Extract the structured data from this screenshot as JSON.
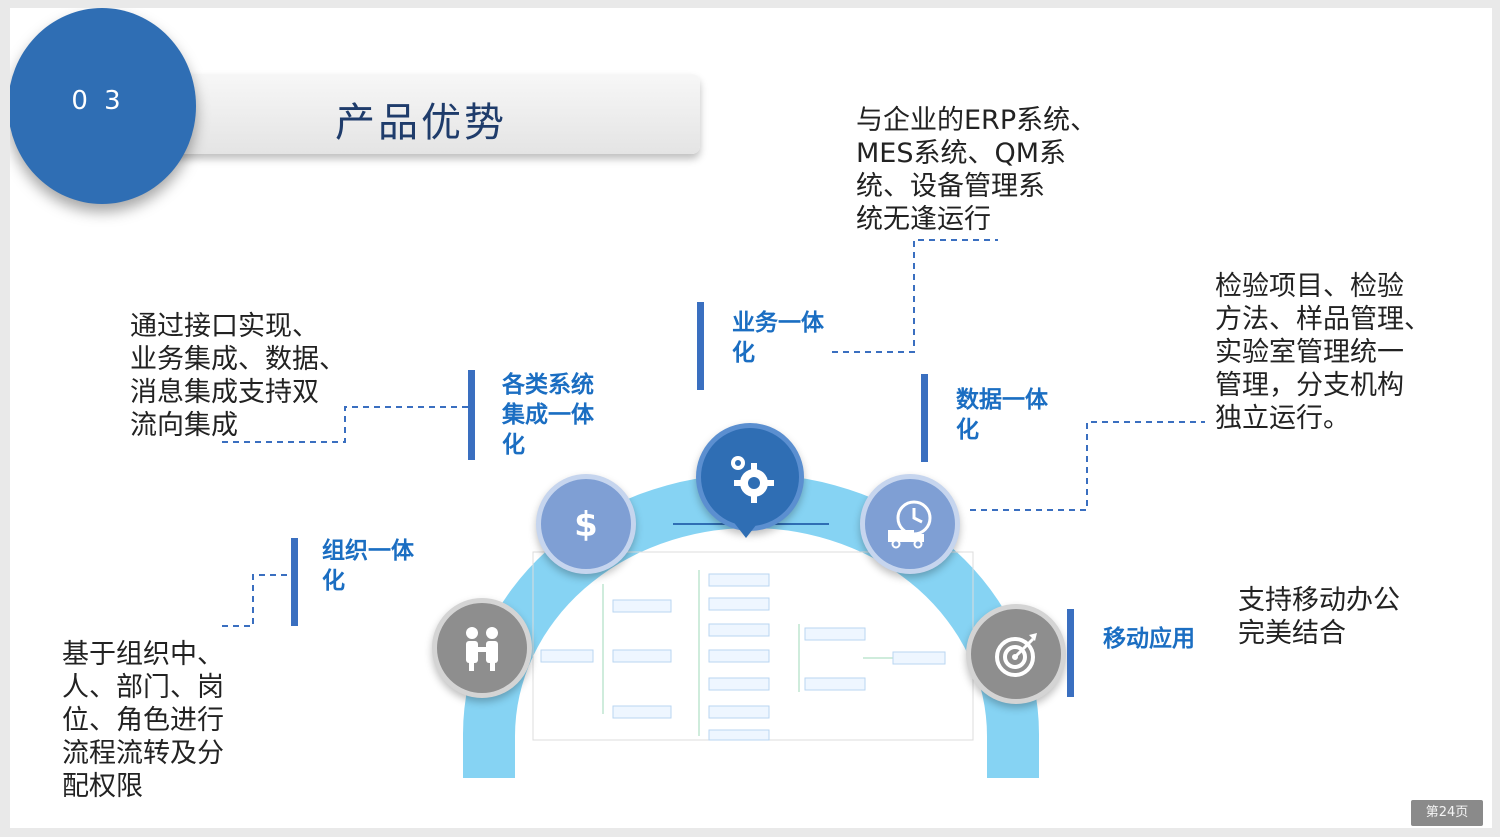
{
  "header": {
    "section_number": "0 3",
    "title": "产品优势"
  },
  "features": {
    "business": {
      "label": "业务一体\n化",
      "description": "与企业的ERP系统、\nMES系统、QM系\n统、设备管理系\n统无逢运行"
    },
    "systems": {
      "label": "各类系统\n集成一体\n化",
      "description": "通过接口实现、\n业务集成、数据、\n消息集成支持双\n流向集成"
    },
    "data": {
      "label": "数据一体\n化",
      "description": "检验项目、检验\n方法、样品管理、\n实验室管理统一\n管理，分支机构\n独立运行。"
    },
    "organization": {
      "label": "组织一体\n化",
      "description": "基于组织中、\n人、部门、岗\n位、角色进行\n流程流转及分\n配权限"
    },
    "mobile": {
      "label": "移动应用",
      "description": "支持移动办公\n完美结合"
    }
  },
  "icons": [
    "gear-icon",
    "dollar-icon",
    "clock-truck-icon",
    "handshake-icon",
    "target-icon"
  ],
  "colors": {
    "primary_blue": "#2f6eb4",
    "label_blue": "#1b6ec2",
    "arch_blue": "#7fd0f2",
    "icon_blue": "#7f9fd4",
    "icon_gray": "#8e8e8e"
  },
  "footer": {
    "page_label": "第24页"
  }
}
